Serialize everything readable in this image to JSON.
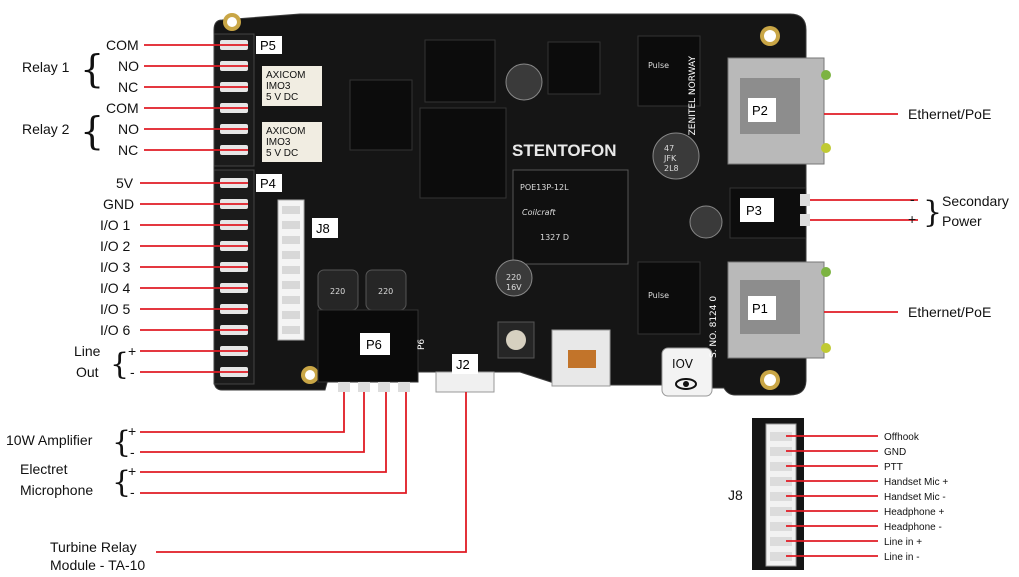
{
  "left_labels": {
    "relay1": "Relay 1",
    "relay2": "Relay 2",
    "relay_pins": [
      "COM",
      "NO",
      "NC"
    ],
    "p4_pins": [
      "5V",
      "GND",
      "I/O 1",
      "I/O 2",
      "I/O 3",
      "I/O 4",
      "I/O 5",
      "I/O 6"
    ],
    "line_out": [
      "Line",
      "Out"
    ],
    "plus": "+",
    "minus": "-"
  },
  "bottom_labels": {
    "amplifier": "10W Amplifier",
    "microphone": [
      "Electret",
      "Microphone"
    ],
    "turbine": [
      "Turbine Relay",
      "Module - TA-10"
    ]
  },
  "right_labels": {
    "ethernet_p2": "Ethernet/PoE",
    "ethernet_p1": "Ethernet/PoE",
    "secondary_power": [
      "Secondary",
      "Power"
    ],
    "minus": "-",
    "plus": "+"
  },
  "connector_tags": {
    "p5": "P5",
    "p4": "P4",
    "j8": "J8",
    "p6": "P6",
    "j2": "J2",
    "p2": "P2",
    "p3": "P3",
    "p1": "P1",
    "j8_detail": "J8"
  },
  "j8_pins": [
    "Offhook",
    "GND",
    "PTT",
    "Handset Mic +",
    "Handset Mic -",
    "Headphone +",
    "Headphone -",
    "Line in +",
    "Line in -"
  ],
  "board_markings": {
    "brand": "STENTOFON",
    "zenitel": "ZENITEL NORWAY",
    "coilcraft": [
      "POE13P-12L",
      "Coilcraft",
      "1327 D"
    ],
    "axicom": [
      "AXICOM",
      "IMO3 ",
      "5 V DC"
    ],
    "cap1": [
      "47",
      "JFK",
      "2L8"
    ],
    "cap2": [
      "220",
      "16V"
    ],
    "inductor": "220",
    "p6_silk": "P6",
    "iov": "IOV",
    "serial": "S. NO. 8124 0",
    "pulse": "Pulse"
  },
  "colors": {
    "wire": "#e01b24",
    "board": "#141414",
    "label_box": "#ffffff"
  }
}
